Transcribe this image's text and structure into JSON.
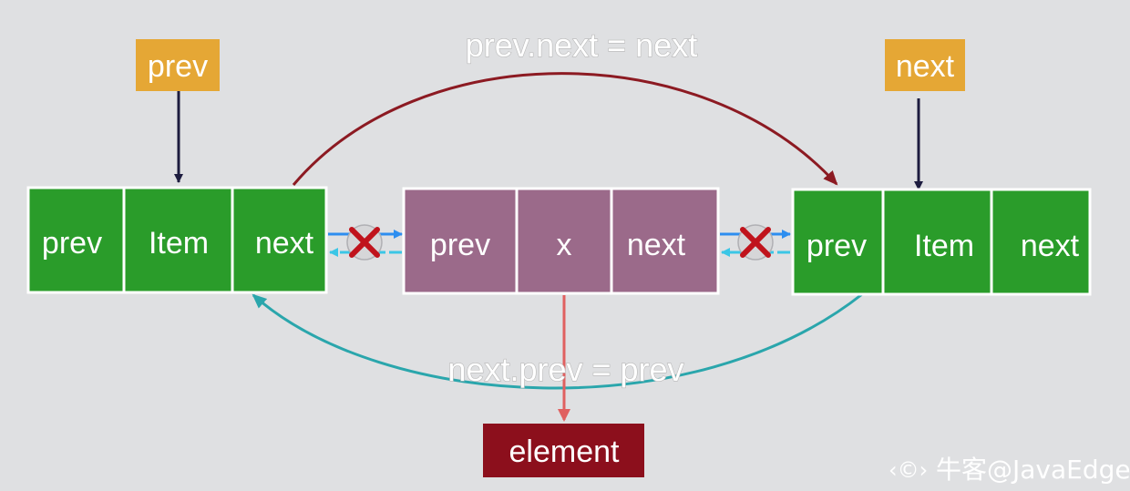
{
  "colors": {
    "background": "#dfe0e2",
    "node_green": "#2a9c2a",
    "node_purple": "#9b6a8a",
    "tag_orange": "#e5a735",
    "element_red": "#8c0f1c",
    "arc_next": "#8c1a22",
    "arc_prev": "#2aa6ac",
    "arrow_down": "#1d1c3f",
    "link_forward": "#2d8ef0",
    "link_back": "#3bc6e6",
    "cross": "#c0131c",
    "element_arrow": "#e06060"
  },
  "pointers": {
    "prev_label": "prev",
    "next_label": "next"
  },
  "nodes": {
    "left": {
      "cells": [
        "prev",
        "Item",
        "next"
      ]
    },
    "middle": {
      "cells": [
        "prev",
        "x",
        "next"
      ]
    },
    "right": {
      "cells": [
        "prev",
        "Item",
        "next"
      ]
    }
  },
  "operations": {
    "top_label": "prev.next = next",
    "bottom_label": "next.prev = prev"
  },
  "element_label": "element",
  "watermark": {
    "logo": "‹©›",
    "text": "牛客@JavaEdge"
  },
  "icons": [
    "cross-icon",
    "arrow-icon"
  ]
}
